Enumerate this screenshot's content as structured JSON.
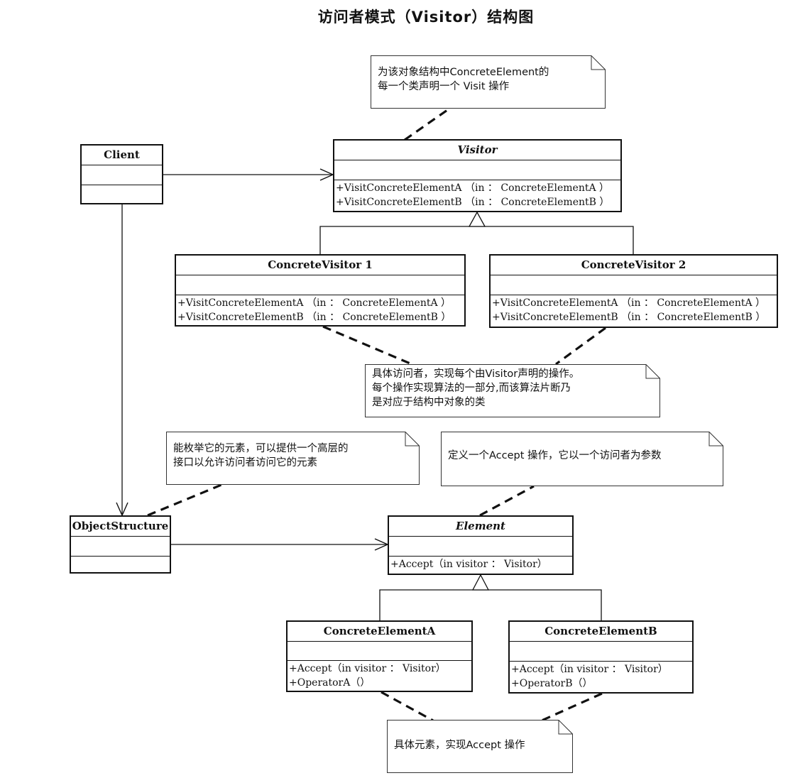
{
  "title": "访问者模式（Visitor）结构图",
  "classes": {
    "client": {
      "name": "Client",
      "ops": []
    },
    "visitor": {
      "name": "Visitor",
      "ops": [
        "+VisitConcreteElementA （in  ： ConcreteElementA ）",
        "+VisitConcreteElementB （in  ： ConcreteElementB ）"
      ]
    },
    "cv1": {
      "name": "ConcreteVisitor 1",
      "ops": [
        "+VisitConcreteElementA （in  ： ConcreteElementA ）",
        "+VisitConcreteElementB （in  ： ConcreteElementB ）"
      ]
    },
    "cv2": {
      "name": "ConcreteVisitor 2",
      "ops": [
        "+VisitConcreteElementA （in  ： ConcreteElementA ）",
        "+VisitConcreteElementB （in  ： ConcreteElementB ）"
      ]
    },
    "objectStructure": {
      "name": "ObjectStructure",
      "ops": []
    },
    "element": {
      "name": "Element",
      "ops": [
        "+Accept（in visitor  ： Visitor）"
      ]
    },
    "ceA": {
      "name": "ConcreteElementA",
      "ops": [
        "+Accept（in visitor  ： Visitor）",
        "+OperatorA（）"
      ]
    },
    "ceB": {
      "name": "ConcreteElementB",
      "ops": [
        "+Accept（in visitor  ： Visitor）",
        "+OperatorB（）"
      ]
    }
  },
  "notes": {
    "visitorNote": [
      "为该对象结构中ConcreteElement的",
      "每一个类声明一个 Visit 操作"
    ],
    "concreteVisitorNote": [
      "具体访问者，实现每个由Visitor声明的操作。",
      "每个操作实现算法的一部分,而该算法片断乃",
      "是对应于结构中对象的类"
    ],
    "objectStructureNote": [
      "能枚举它的元素，可以提供一个高层的",
      "接口以允许访问者访问它的元素"
    ],
    "elementNote": [
      "定义一个Accept 操作，它以一个访问者为参数"
    ],
    "concreteElementNote": [
      "具体元素，实现Accept 操作"
    ]
  }
}
